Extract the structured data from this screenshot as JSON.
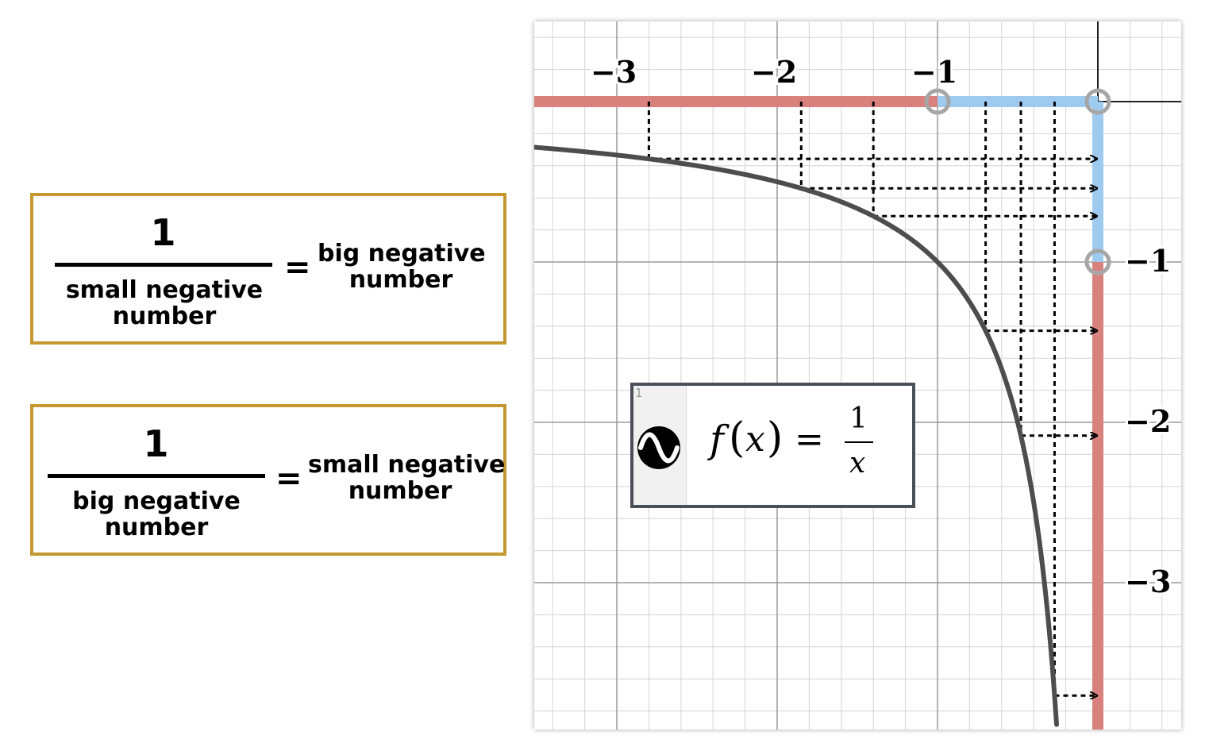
{
  "rule_boxes": [
    {
      "numerator": "1",
      "denominator_line1": "small negative",
      "denominator_line2": "number",
      "equals": "=",
      "result_line1": "big negative",
      "result_line2": "number"
    },
    {
      "numerator": "1",
      "denominator_line1": "big negative",
      "denominator_line2": "number",
      "equals": "=",
      "result_line1": "small negative",
      "result_line2": "number"
    }
  ],
  "graph": {
    "x_tick_labels": [
      "−3",
      "−2",
      "−1"
    ],
    "y_tick_labels": [
      "−1",
      "−2",
      "−3"
    ],
    "x_range": [
      -3.5,
      0.5
    ],
    "y_range": [
      -3.9,
      0.5
    ],
    "curve_color": "#4d4d4d",
    "input_large_color": "#d9827d",
    "input_small_color": "#9fcaf0",
    "open_point_color": "#a6a6a6",
    "arrow_pairs": [
      {
        "x": -2.8,
        "y": -0.357
      },
      {
        "x": -1.85,
        "y": -0.541
      },
      {
        "x": -1.4,
        "y": -0.714
      },
      {
        "x": -0.7,
        "y": -1.429
      },
      {
        "x": -0.48,
        "y": -2.083
      },
      {
        "x": -0.27,
        "y": -3.704
      }
    ]
  },
  "expression": {
    "index": "1",
    "icon": "desmos-wave-icon",
    "func_name": "f",
    "variable": "x",
    "numerator": "1",
    "denominator": "x",
    "equals": "="
  }
}
